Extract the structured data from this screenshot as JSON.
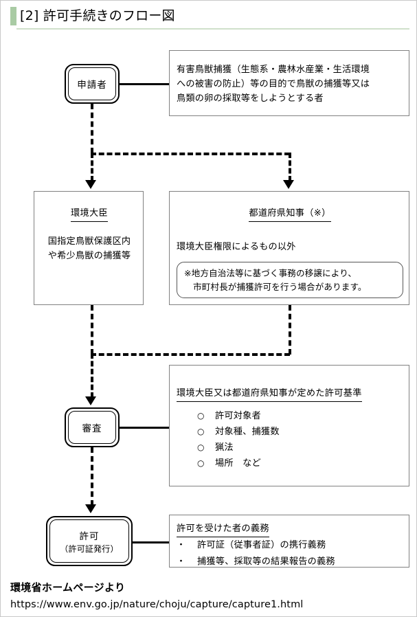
{
  "header": {
    "title": "[2] 許可手続きのフロー図",
    "accent_color": "#a9cba4",
    "rule_color": "#cfe0cb"
  },
  "nodes": {
    "applicant": {
      "label": "申請者"
    },
    "review": {
      "label": "審査"
    },
    "permit": {
      "line1": "許可",
      "line2": "（許可証発行）"
    }
  },
  "boxes": {
    "applicant_desc": {
      "lines": [
        "有害鳥獣捕獲（生態系・農林水産業・生活環境",
        "への被害の防止）等の目的で鳥獣の捕獲等又は",
        "鳥類の卵の採取等をしようとする者"
      ]
    },
    "minister": {
      "title": "環境大臣",
      "lines": [
        "国指定鳥獣保護区内",
        "や希少鳥獣の捕獲等"
      ]
    },
    "governor": {
      "title": "都道府県知事（※）",
      "lead": "環境大臣権限によるもの以外",
      "note_line1": "※地方自治法等に基づく事務の移譲により、",
      "note_line2": "市町村長が捕獲許可を行う場合があります。"
    },
    "criteria": {
      "title": "環境大臣又は都道府県知事が定めた許可基準",
      "items": [
        "許可対象者",
        "対象種、捕獲数",
        "猟法",
        "場所　など"
      ]
    },
    "duties": {
      "title": "許可を受けた者の義務",
      "items": [
        "許可証（従事者証）の携行義務",
        "捕獲等、採取等の結果報告の義務"
      ]
    }
  },
  "footer": {
    "source": "環境省ホームページより",
    "url": "https://www.env.go.jp/nature/choju/capture/capture1.html"
  }
}
